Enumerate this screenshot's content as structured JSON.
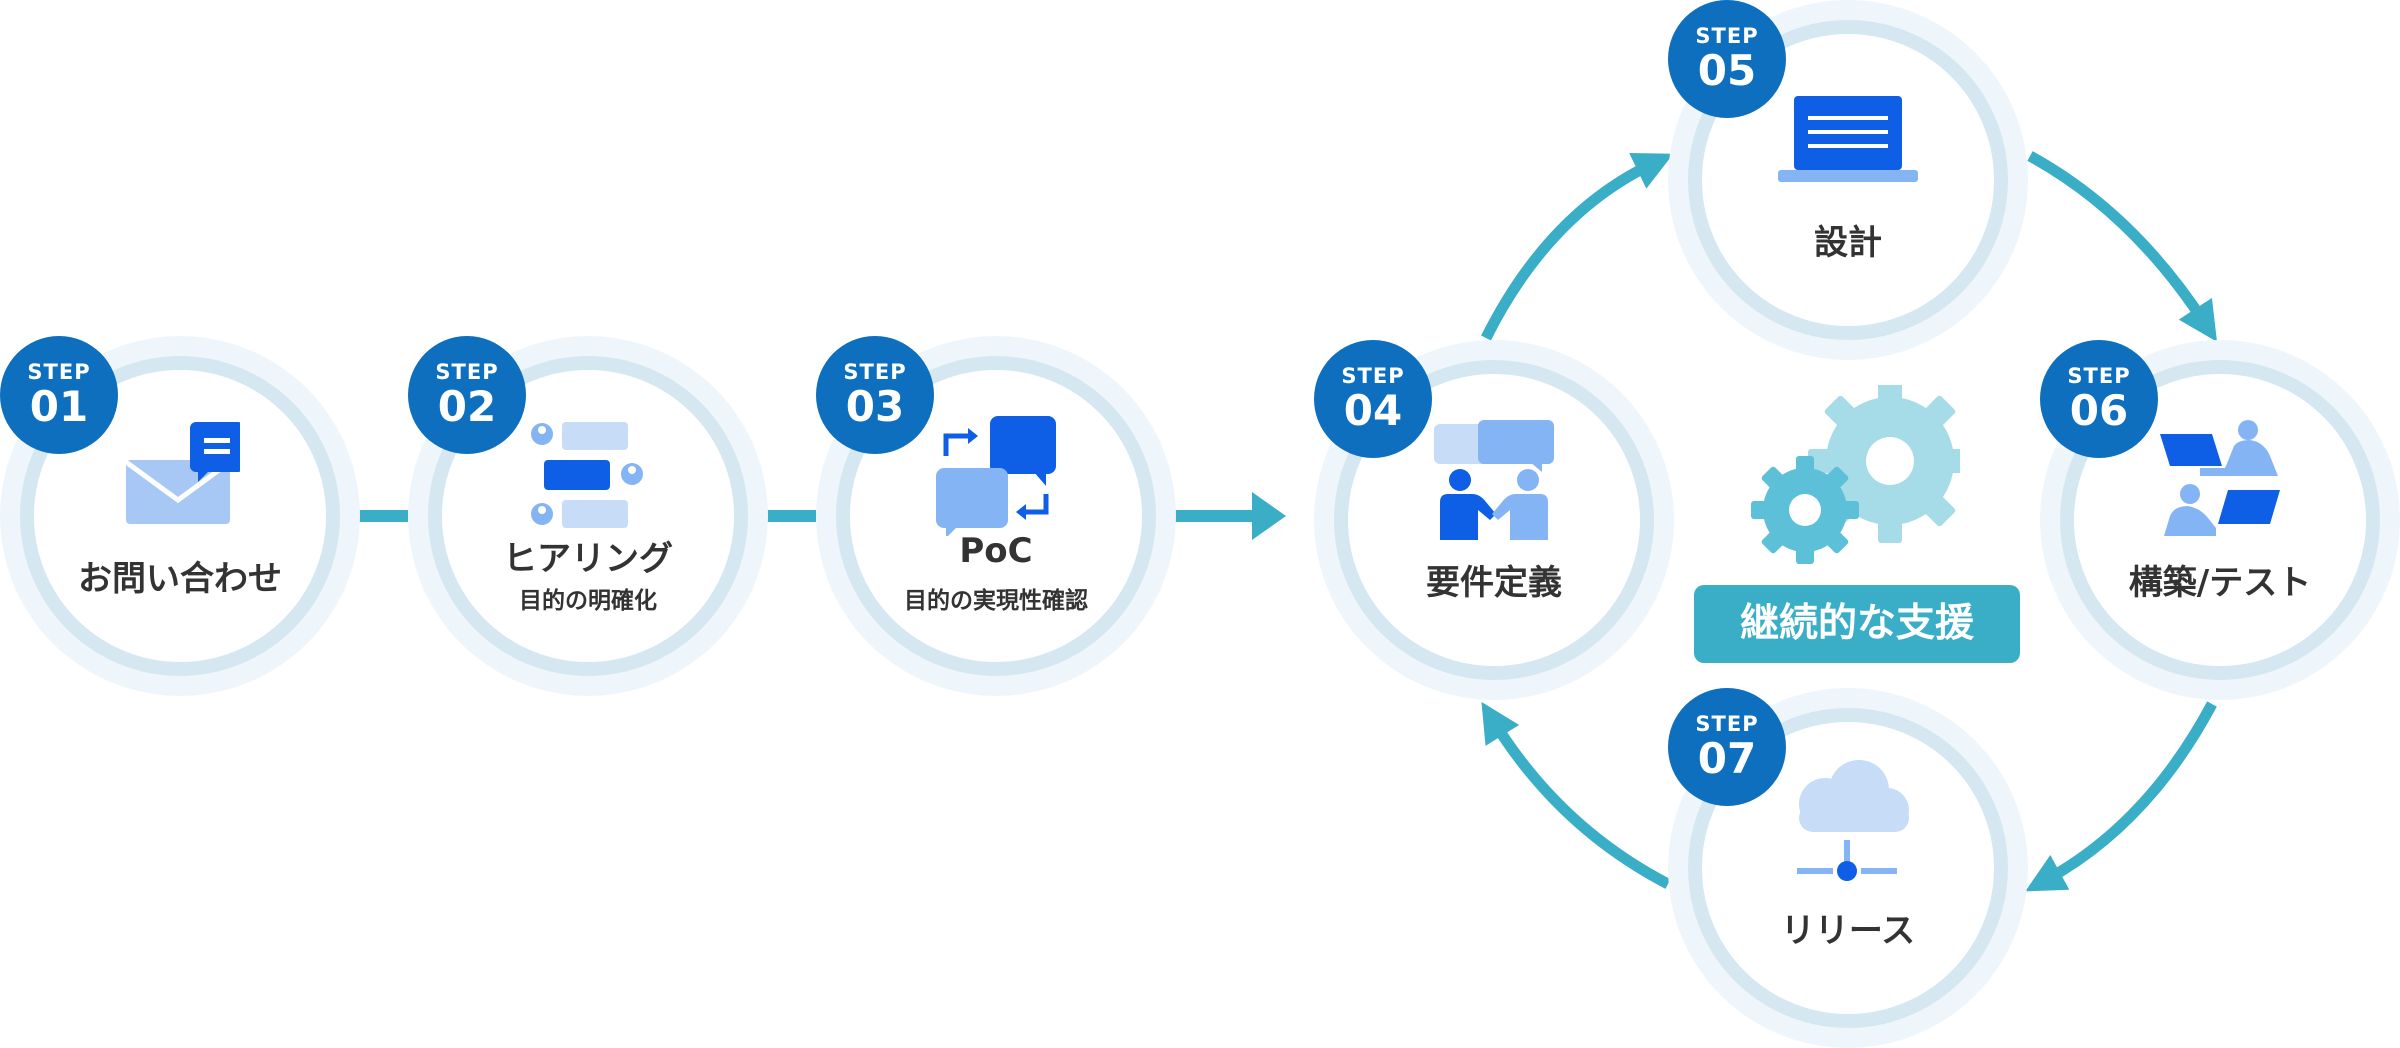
{
  "steps": [
    {
      "label": "STEP",
      "number": "01",
      "title": "お問い合わせ",
      "subtitle": "",
      "icon": "mail-icon"
    },
    {
      "label": "STEP",
      "number": "02",
      "title": "ヒアリング",
      "subtitle": "目的の明確化",
      "icon": "conversation-icon"
    },
    {
      "label": "STEP",
      "number": "03",
      "title": "PoC",
      "subtitle": "目的の実現性確認",
      "icon": "chat-exchange-icon"
    },
    {
      "label": "STEP",
      "number": "04",
      "title": "要件定義",
      "subtitle": "",
      "icon": "handshake-icon"
    },
    {
      "label": "STEP",
      "number": "05",
      "title": "設計",
      "subtitle": "",
      "icon": "laptop-icon"
    },
    {
      "label": "STEP",
      "number": "06",
      "title": "構築/テスト",
      "subtitle": "",
      "icon": "developers-icon"
    },
    {
      "label": "STEP",
      "number": "07",
      "title": "リリース",
      "subtitle": "",
      "icon": "cloud-network-icon"
    }
  ],
  "cycle": {
    "label": "継続的な支援",
    "icon": "gears-icon"
  },
  "colors": {
    "badge": "#0d6fbe",
    "ring": "#d5e8f2",
    "halo": "#eef6fb",
    "arrow": "#3aaec6",
    "icon_dark": "#0e5ee6",
    "icon_mid": "#85b4f4",
    "icon_light": "#c6dcf7",
    "text": "#333333"
  }
}
